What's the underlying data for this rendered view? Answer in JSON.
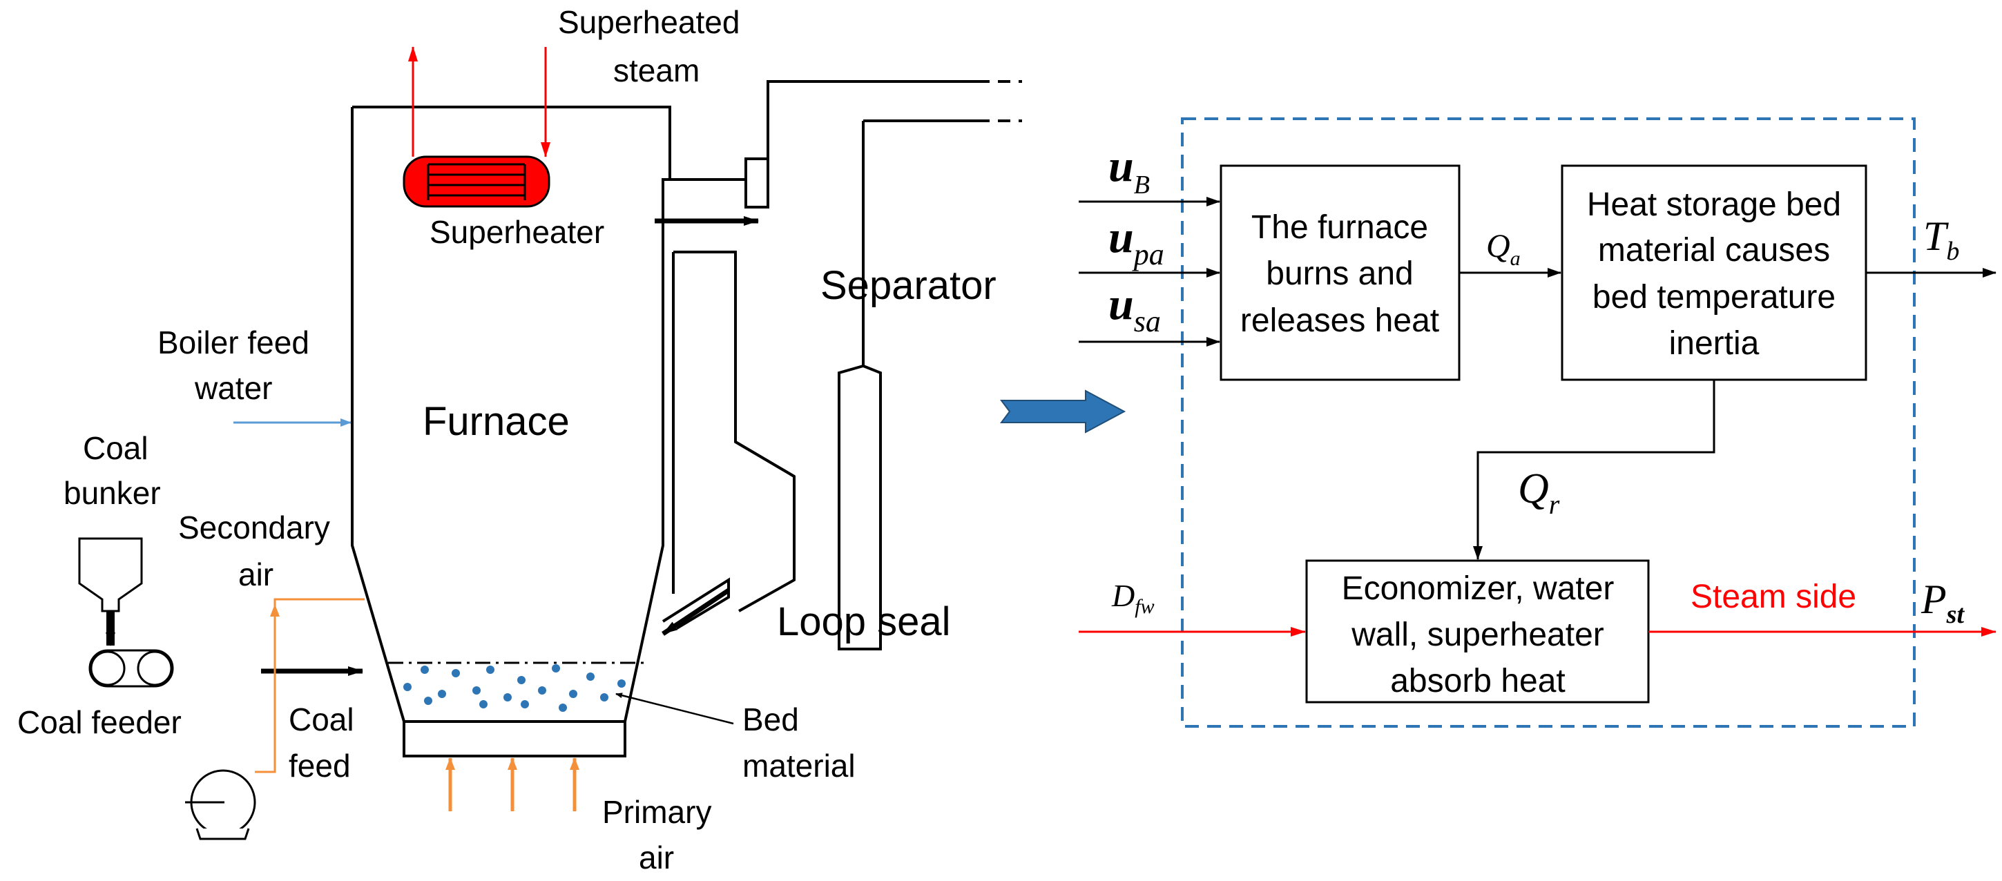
{
  "left": {
    "superheated_steam": [
      "Superheated",
      "steam"
    ],
    "superheater": "Superheater",
    "separator": "Separator",
    "furnace": "Furnace",
    "boiler_feed_water": [
      "Boiler feed",
      "water"
    ],
    "coal_bunker": [
      "Coal",
      "bunker"
    ],
    "secondary_air": [
      "Secondary",
      "air"
    ],
    "coal_feeder": "Coal feeder",
    "coal_feed": [
      "Coal",
      "feed"
    ],
    "loop_seal": "Loop seal",
    "bed_material": [
      "Bed",
      "material"
    ],
    "primary_air": [
      "Primary",
      "air"
    ]
  },
  "right": {
    "inputs": {
      "ub": {
        "base": "u",
        "sub": "B"
      },
      "upa": {
        "base": "u",
        "sub": "pa"
      },
      "usa": {
        "base": "u",
        "sub": "sa"
      },
      "dfw": {
        "base": "D",
        "sub": "fw"
      }
    },
    "signals": {
      "qa": {
        "base": "Q",
        "sub": "a"
      },
      "qr": {
        "base": "Q",
        "sub": "r"
      },
      "tb": {
        "base": "T",
        "sub": "b"
      },
      "pst": {
        "base": "P",
        "sub": "st"
      }
    },
    "furnace_box": [
      "The furnace",
      "burns and",
      "releases heat"
    ],
    "heat_box": [
      "Heat storage bed",
      "material causes",
      "bed temperature",
      "inertia"
    ],
    "economizer_box": [
      "Economizer, water",
      "wall, superheater",
      "absorb heat"
    ],
    "steam_side": "Steam side"
  },
  "colors": {
    "red": "#ff0000",
    "blue_dash": "#2e75b6",
    "orange": "#f4903a",
    "bed_dots": "#2e75b6",
    "feed_water_arrow": "#5b9bd5"
  }
}
